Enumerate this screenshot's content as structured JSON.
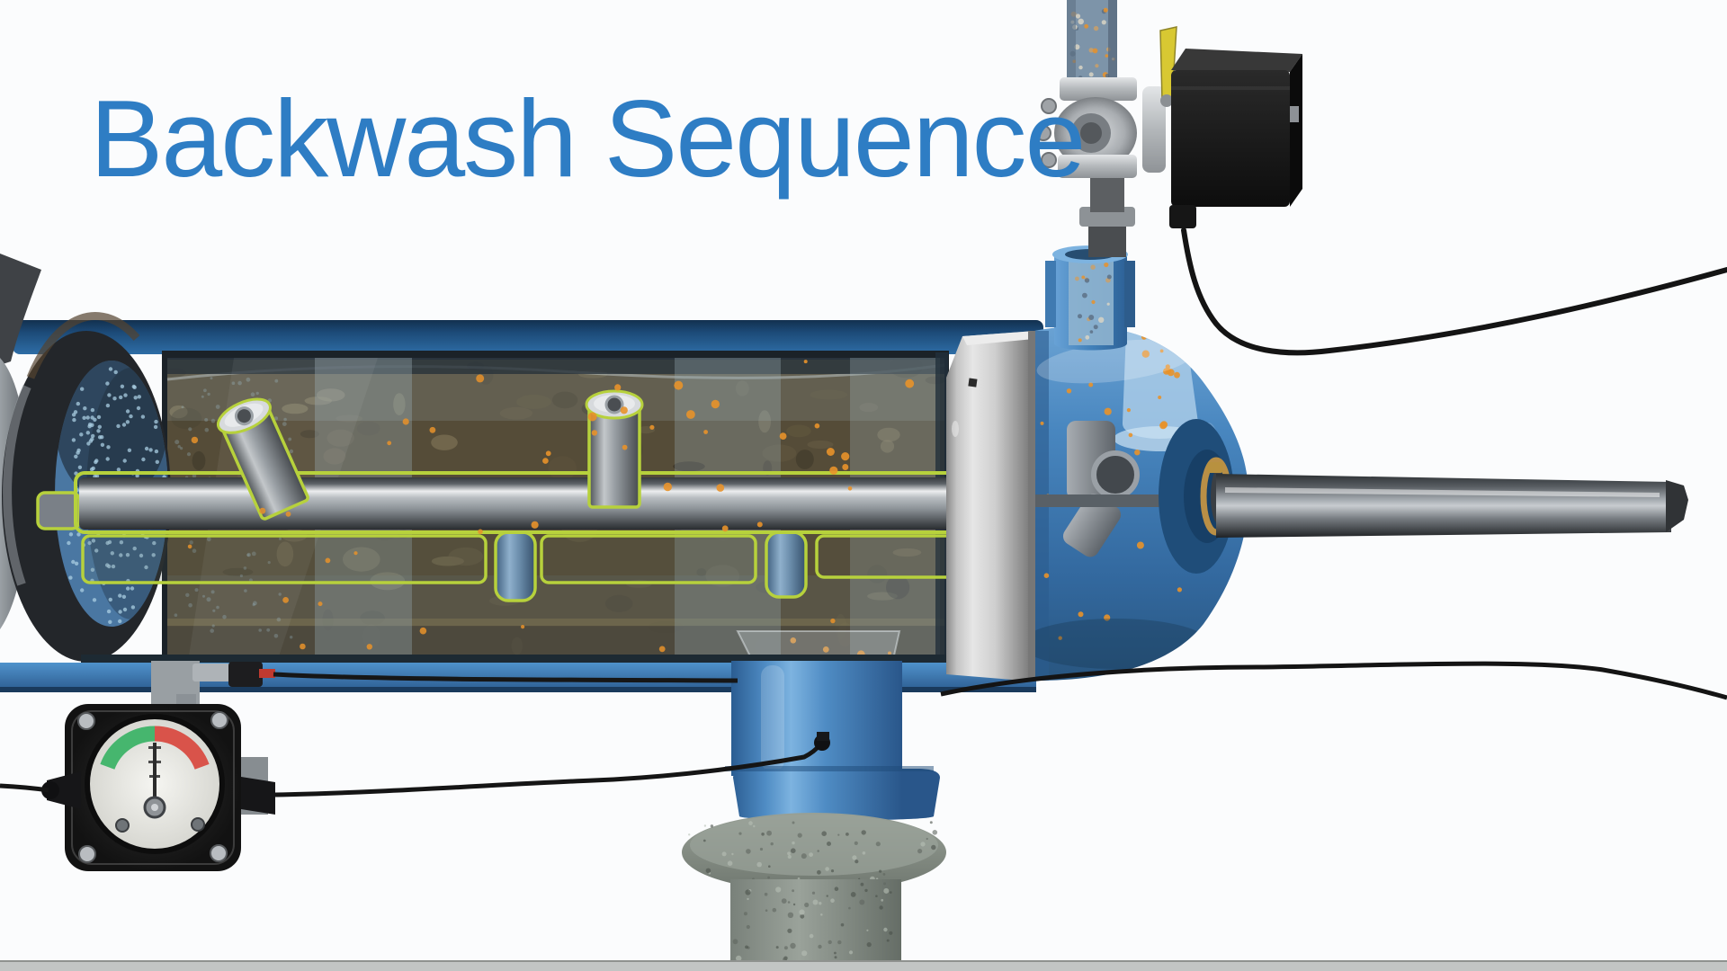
{
  "title": {
    "text": "Backwash Sequence",
    "color": "#2e7dc4"
  },
  "gauge": {
    "zones": [
      {
        "name": "green-zone",
        "color": "#46b66e"
      },
      {
        "name": "red-zone",
        "color": "#d9534a"
      }
    ],
    "needle": "pointing-up"
  },
  "colors": {
    "tank_blue": "#2e6da6",
    "dome_blue": "#4584bd",
    "media_brown": "#554c38",
    "outline_green": "#b7d13c",
    "particle_orange": "#e8922a",
    "steel": "#c9c9c9",
    "lever_yellow": "#d8c832",
    "water": "#a9cbe8",
    "concrete": "#848c84",
    "cable_black": "#141414"
  },
  "components": [
    "filter-tank",
    "media-bed",
    "lateral-shaft-assembly",
    "clamp-band",
    "dome-end",
    "inlet-valve",
    "valve-actuator",
    "pressure-gauge",
    "drain-pipe",
    "concrete-pedestal",
    "drive-shaft",
    "cables"
  ]
}
